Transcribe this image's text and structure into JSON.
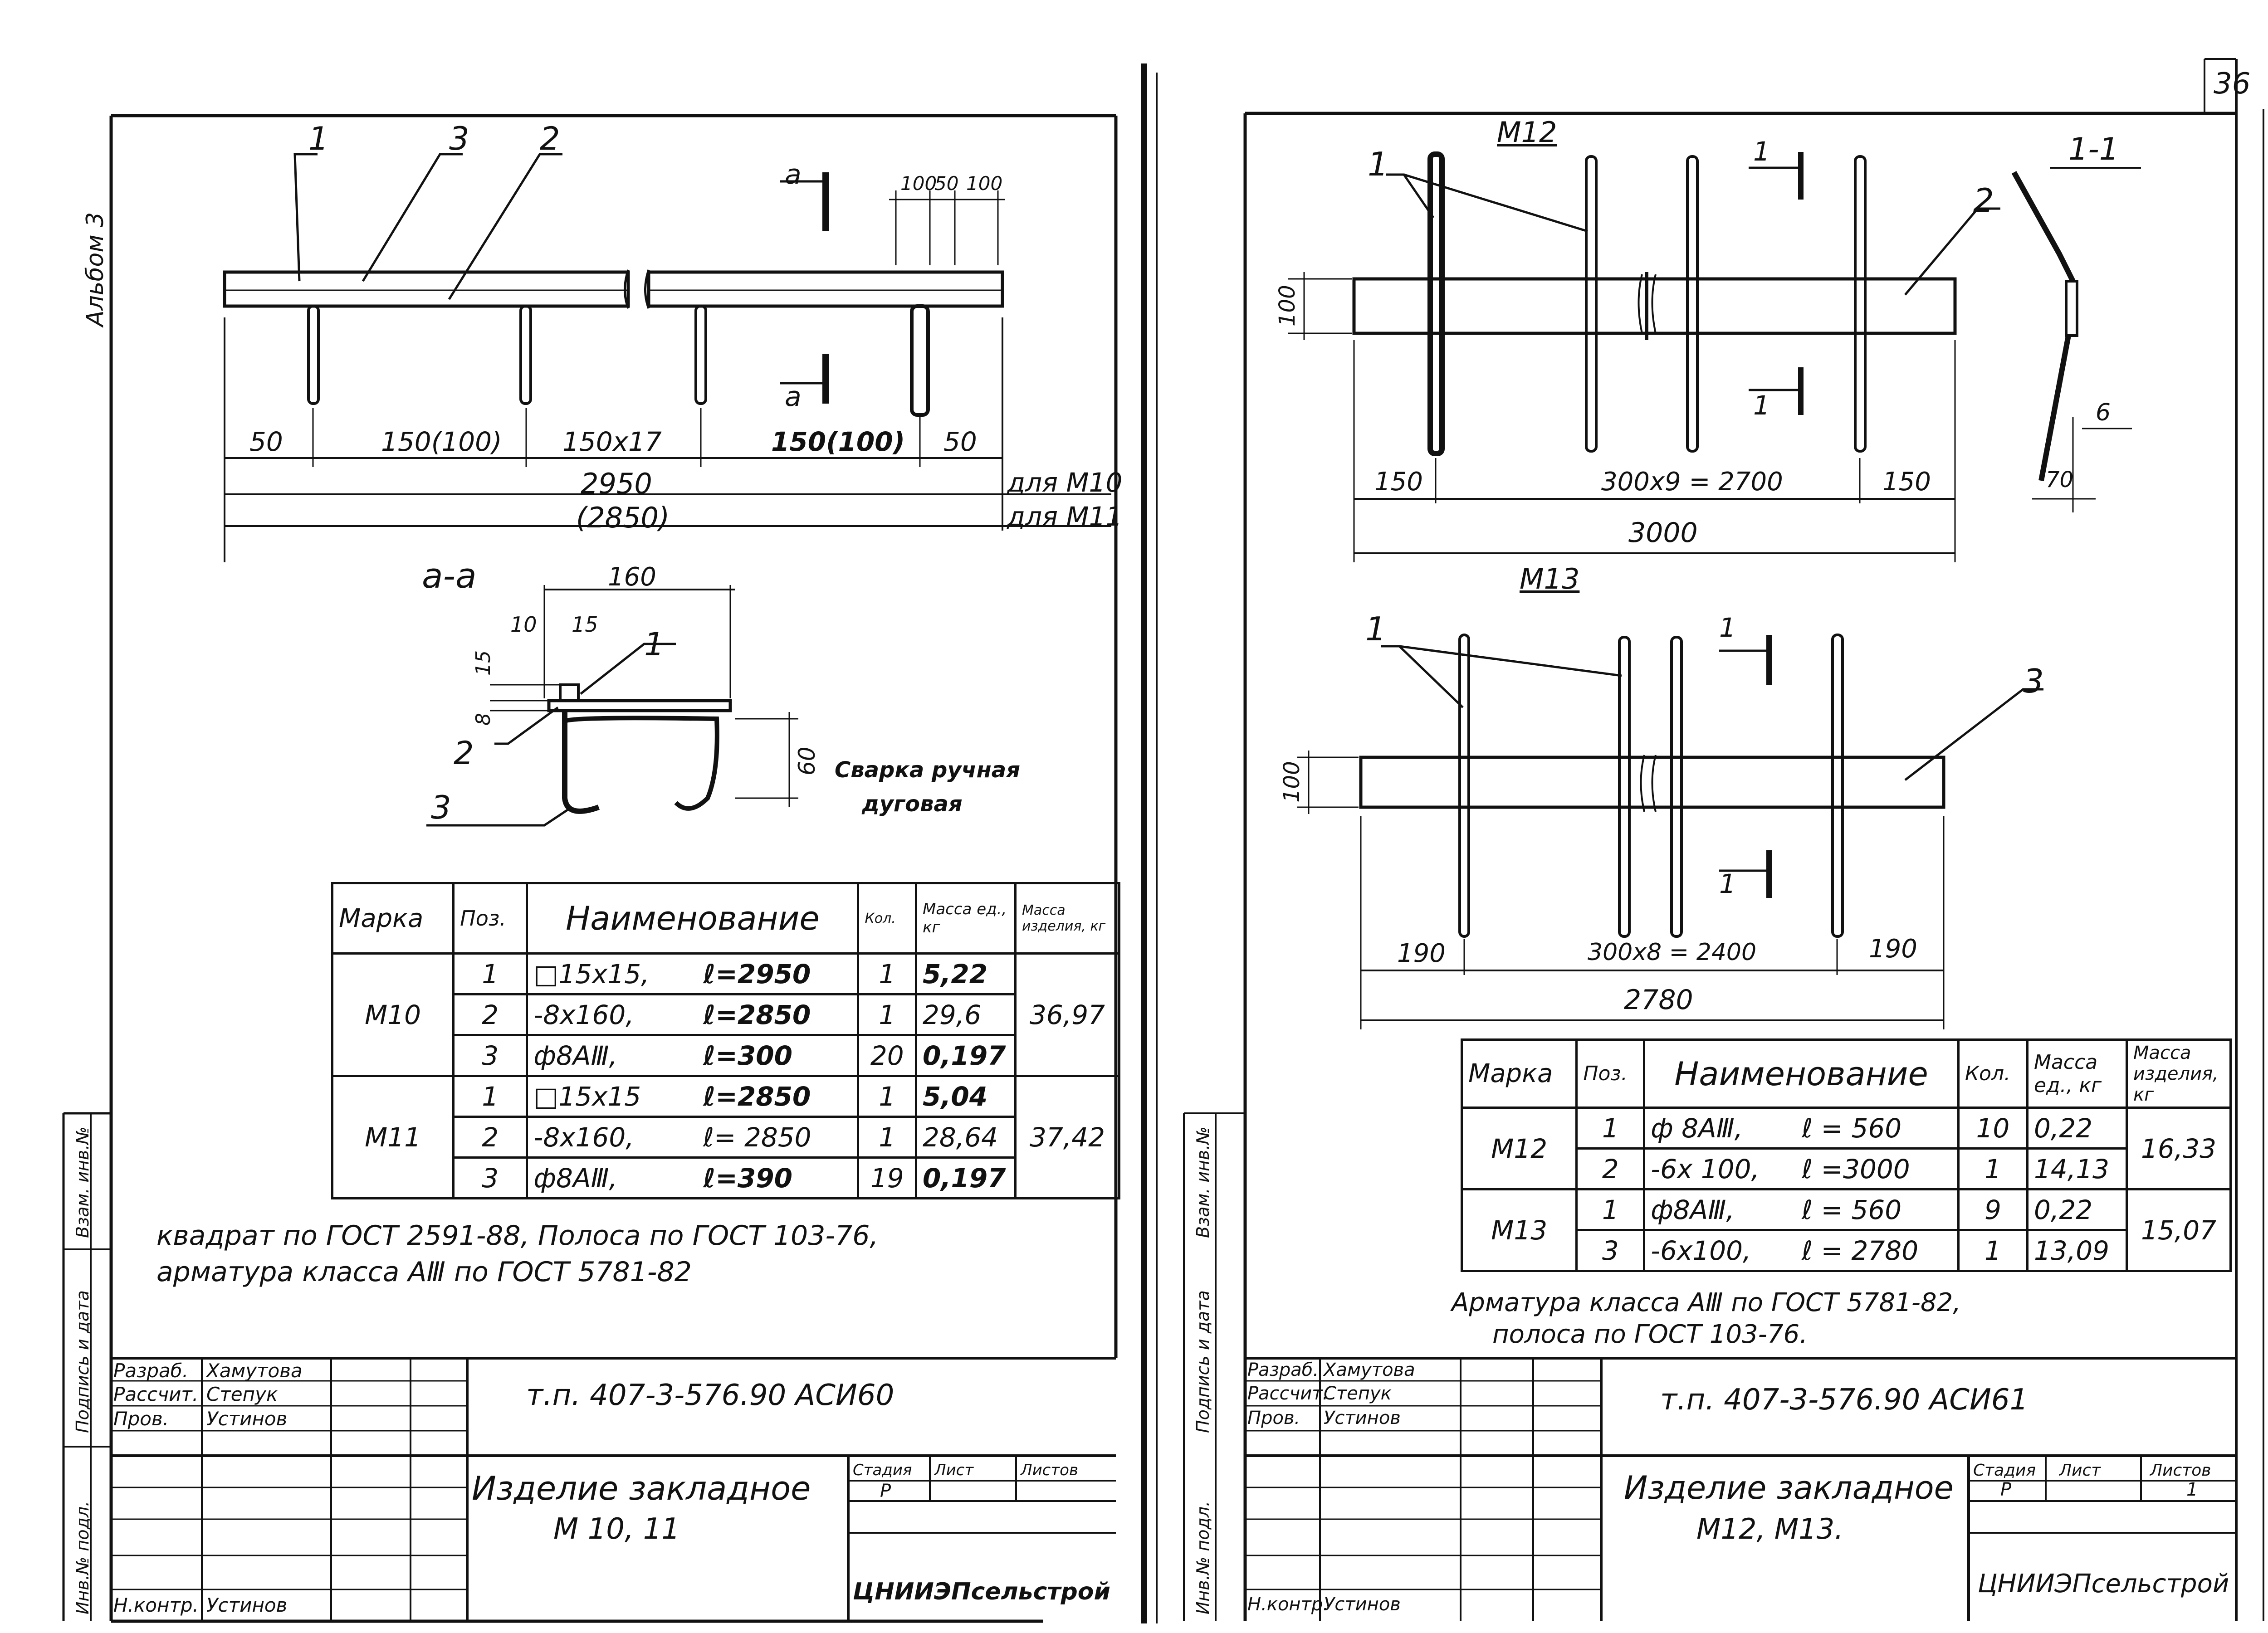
{
  "page_number": "36",
  "album": "Альбом 3",
  "side_stamp": {
    "inv_podl": "Инв.№ подл.",
    "podpis_data": "Подпись и дата",
    "vzam_inv": "Взам. инв.№"
  },
  "left_sheet": {
    "elevation": {
      "callouts": [
        "1",
        "3",
        "2"
      ],
      "section_mark": "а",
      "top_dims": [
        "100",
        "50",
        "100"
      ],
      "dims": [
        "50",
        "150(100)",
        "150x17",
        "150(100)",
        "50"
      ],
      "total_m10": "2950",
      "total_m11": "(2850)",
      "label_m10": "для М10",
      "label_m11": "для М11"
    },
    "section": {
      "title": "а-а",
      "dims": {
        "width": "160",
        "d10": "10",
        "d15": "15",
        "d15v": "15",
        "d8": "8",
        "d60": "60"
      },
      "callouts": [
        "1",
        "2",
        "3"
      ],
      "note_line1": "Сварка ручная",
      "note_line2": "дуговая"
    },
    "table": {
      "headers": [
        "Марка",
        "Поз.",
        "Наименование",
        "Кол.",
        "Масса ед., кг",
        "Масса изделия, кг"
      ],
      "groups": [
        {
          "mark": "М10",
          "total": "36,97",
          "rows": [
            {
              "pos": "1",
              "name": "□15x15,",
              "length": "ℓ=2950",
              "qty": "1",
              "mass": "5,22"
            },
            {
              "pos": "2",
              "name": "-8x160,",
              "length": "ℓ=2850",
              "qty": "1",
              "mass": "29,6"
            },
            {
              "pos": "3",
              "name": "ф8АⅢ,",
              "length": "ℓ=300",
              "qty": "20",
              "mass": "0,197"
            }
          ]
        },
        {
          "mark": "М11",
          "total": "37,42",
          "rows": [
            {
              "pos": "1",
              "name": "□15x15",
              "length": "ℓ=2850",
              "qty": "1",
              "mass": "5,04"
            },
            {
              "pos": "2",
              "name": "-8x160,",
              "length": "ℓ= 2850",
              "qty": "1",
              "mass": "28,64"
            },
            {
              "pos": "3",
              "name": "ф8АⅢ,",
              "length": "ℓ=390",
              "qty": "19",
              "mass": "0,197"
            }
          ]
        }
      ]
    },
    "note_line1": "квадрат по ГОСТ 2591-88, Полоса по ГОСТ 103-76,",
    "note_line2": "арматура  класса АⅢ по ГОСТ 5781-82",
    "title_block": {
      "roles": [
        "Разраб.",
        "Рассчит.",
        "Пров.",
        "",
        "",
        "Н.контр."
      ],
      "names": [
        "Хамутова",
        "Степук",
        "Устинов",
        "",
        "",
        "Устинов"
      ],
      "doc_code": "т.п. 407-3-576.90 АСИ60",
      "title_line1": "Изделие закладное",
      "title_line2": "М 10, 11",
      "stage_header": [
        "Стадия",
        "Лист",
        "Листов"
      ],
      "stage_values": [
        "Р",
        "",
        ""
      ],
      "org": "ЦНИИЭПсельстрой"
    }
  },
  "right_sheet": {
    "m12": {
      "title": "М12",
      "callouts": [
        "1",
        "2"
      ],
      "section_mark": "1",
      "dim_height": "100",
      "dims": [
        "150",
        "300x9 = 2700",
        "150"
      ],
      "total": "3000",
      "section_title": "1-1",
      "section_dims": [
        "6",
        "70"
      ]
    },
    "m13": {
      "title": "М13",
      "callouts": [
        "1",
        "3"
      ],
      "section_mark": "1",
      "dim_height": "100",
      "dims": [
        "190",
        "300x8 = 2400",
        "190"
      ],
      "total": "2780"
    },
    "table": {
      "headers": [
        "Марка",
        "Поз.",
        "Наименование",
        "Кол.",
        "Масса ед., кг",
        "Масса изделия, кг"
      ],
      "groups": [
        {
          "mark": "М12",
          "total": "16,33",
          "rows": [
            {
              "pos": "1",
              "name": "ф 8АⅢ,",
              "length": "ℓ = 560",
              "qty": "10",
              "mass": "0,22"
            },
            {
              "pos": "2",
              "name": "-6x 100,",
              "length": "ℓ =3000",
              "qty": "1",
              "mass": "14,13"
            }
          ]
        },
        {
          "mark": "М13",
          "total": "15,07",
          "rows": [
            {
              "pos": "1",
              "name": "ф8АⅢ,",
              "length": "ℓ = 560",
              "qty": "9",
              "mass": "0,22"
            },
            {
              "pos": "3",
              "name": "-6x100,",
              "length": "ℓ = 2780",
              "qty": "1",
              "mass": "13,09"
            }
          ]
        }
      ]
    },
    "note_line1": "Арматура класса АⅢ по ГОСТ 5781-82,",
    "note_line2": "полоса по ГОСТ 103-76.",
    "title_block": {
      "roles": [
        "Разраб.",
        "Рассчит.",
        "Пров.",
        "",
        "",
        "Н.контр."
      ],
      "names": [
        "Хамутова",
        "Степук",
        "Устинов",
        "",
        "",
        "Устинов"
      ],
      "doc_code": "т.п. 407-3-576.90 АСИ61",
      "title_line1": "Изделие закладное",
      "title_line2": "М12, М13.",
      "stage_header": [
        "Стадия",
        "Лист",
        "Листов"
      ],
      "stage_values": [
        "Р",
        "",
        "1"
      ],
      "org": "ЦНИИЭПсельстрой"
    }
  }
}
